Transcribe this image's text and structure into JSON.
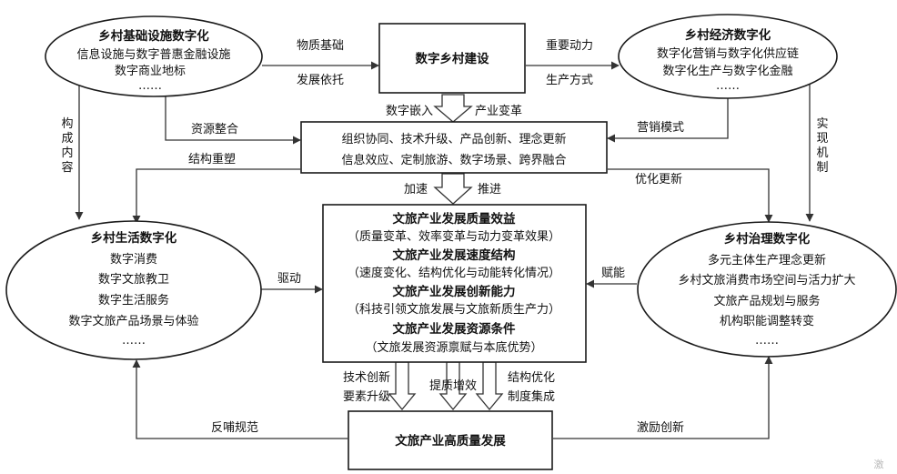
{
  "nodes": {
    "center_top": "数字乡村建设",
    "center_bottom": "文旅产业高质量发展",
    "infra": {
      "title": "乡村基础设施数字化",
      "items": [
        "信息设施与数字普惠金融设施",
        "数字商业地标",
        "……"
      ]
    },
    "economy": {
      "title": "乡村经济数字化",
      "items": [
        "数字化营销与数字化供应链",
        "数字化生产与数字化金融",
        "……"
      ]
    },
    "life": {
      "title": "乡村生活数字化",
      "items": [
        "数字消费",
        "数字文旅教卫",
        "数字生活服务",
        "数字文旅产品场景与体验",
        "……"
      ]
    },
    "governance": {
      "title": "乡村治理数字化",
      "items": [
        "多元主体生产理念更新",
        "乡村文旅消费市场空间与活力扩大",
        "文旅产品规划与服务",
        "机构职能调整转变",
        "……"
      ]
    },
    "mechanism": {
      "lines": [
        "组织协同、技术升级、产品创新、理念更新",
        "信息效应、定制旅游、数字场景、跨界融合"
      ]
    },
    "effects": {
      "items": [
        {
          "title": "文旅产业发展质量效益",
          "sub": "（质量变革、效率变革与动力变革效果）"
        },
        {
          "title": "文旅产业发展速度结构",
          "sub": "（速度变化、结构优化与动能转化情况）"
        },
        {
          "title": "文旅产业发展创新能力",
          "sub": "（科技引领文旅发展与文旅新质生产力）"
        },
        {
          "title": "文旅产业发展资源条件",
          "sub": "（文旅发展资源禀赋与本底优势）"
        }
      ]
    }
  },
  "labels": {
    "wuzhi_1": "物质基础",
    "wuzhi_2": "发展依托",
    "zhongyao_1": "重要动力",
    "zhongyao_2": "生产方式",
    "shuzi_qianru": "数字嵌入",
    "chanye_biange": "产业变革",
    "ziyuan_zhenghe": "资源整合",
    "yingxiao_moshi": "营销模式",
    "jiegou_chongsu": "结构重塑",
    "youhua_gengxin": "优化更新",
    "goucheng_neirong": "构成内容",
    "shixian_jizhi": "实现机制",
    "jiasu": "加速",
    "tuijin": "推进",
    "qudong": "驱动",
    "funeng": "赋能",
    "jishu_1": "技术创新",
    "jishu_2": "要素升级",
    "tizhi": "提质增效",
    "jiegou_1": "结构优化",
    "jiegou_2": "制度集成",
    "fanbu": "反哺规范",
    "jili": "激励创新"
  },
  "watermark": "激"
}
